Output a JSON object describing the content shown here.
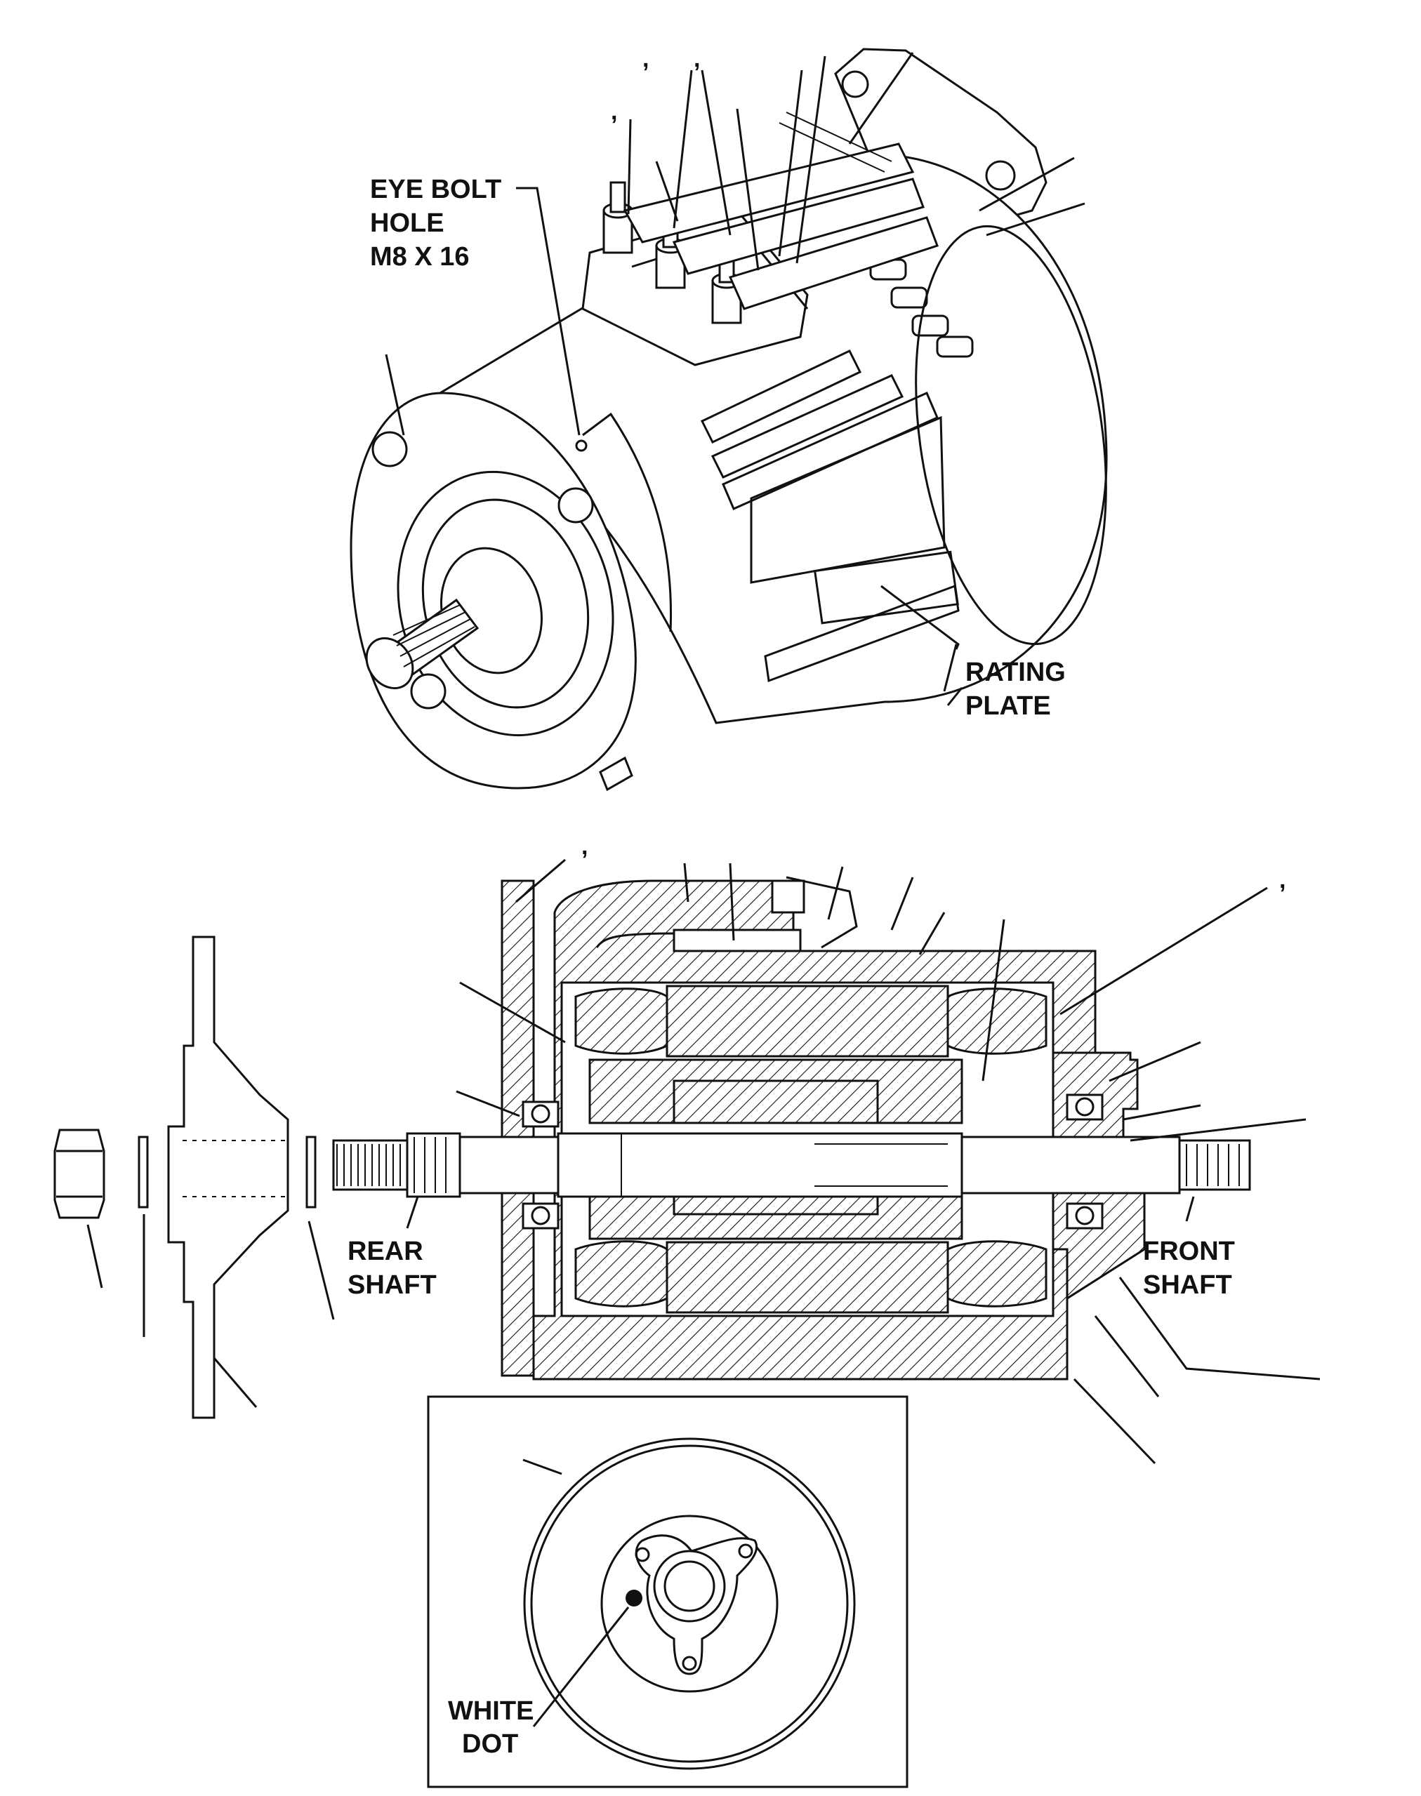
{
  "labels": {
    "eye_bolt_line1": "EYE BOLT",
    "eye_bolt_line2": "HOLE",
    "eye_bolt_line3": "M8 X 16",
    "rating_plate_line1": "RATING",
    "rating_plate_line2": "PLATE",
    "rear_shaft_line1": "REAR",
    "rear_shaft_line2": "SHAFT",
    "front_shaft_line1": "FRONT",
    "front_shaft_line2": "SHAFT",
    "white_dot_line1": "WHITE",
    "white_dot_line2": "DOT"
  },
  "callout_marks": [
    ",",
    ",",
    ",",
    ",",
    ","
  ],
  "colors": {
    "ink": "#111111",
    "paper": "#ffffff"
  }
}
